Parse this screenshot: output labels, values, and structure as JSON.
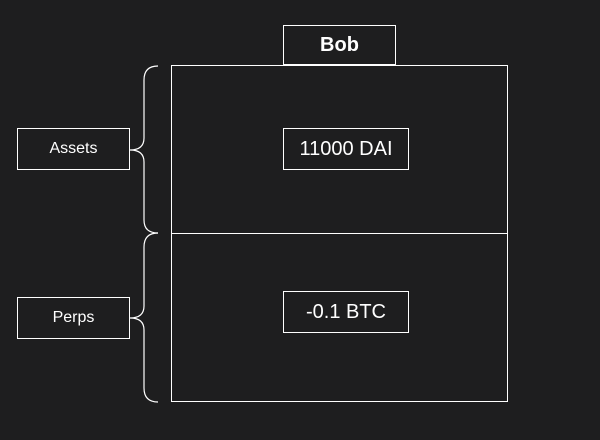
{
  "diagram": {
    "title": "Bob",
    "sections": [
      {
        "label": "Assets",
        "value": "11000 DAI"
      },
      {
        "label": "Perps",
        "value": "-0.1 BTC"
      }
    ]
  },
  "colors": {
    "background": "#1e1e1f",
    "stroke": "#ffffff",
    "text": "#ffffff"
  }
}
